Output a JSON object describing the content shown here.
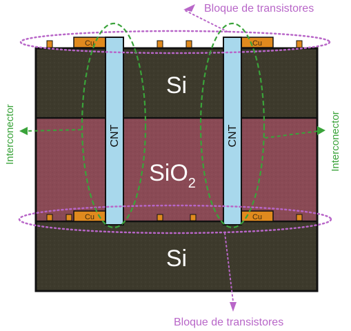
{
  "labels": {
    "top_block": "Bloque de transistores",
    "bottom_block": "Bloque de transistores",
    "interconnector_left": "Interconector",
    "interconnector_right": "Interconector",
    "si_top": "Si",
    "si_bottom": "Si",
    "sio2_main": "SiO",
    "sio2_sub": "2",
    "cnt_left": "CNT",
    "cnt_right": "CNT",
    "cu_1": "Cu",
    "cu_2": "Cu",
    "cu_3": "Cu",
    "cu_4": "Cu"
  },
  "colors": {
    "si": "#3d3a2c",
    "sio2": "#8a4a55",
    "cnt": "#a8d8ec",
    "cu": "#e08a1e",
    "outline": "#111111",
    "green_arrow": "#3aa33a",
    "purple_dots": "#b866c8",
    "text_white": "#ffffff"
  }
}
